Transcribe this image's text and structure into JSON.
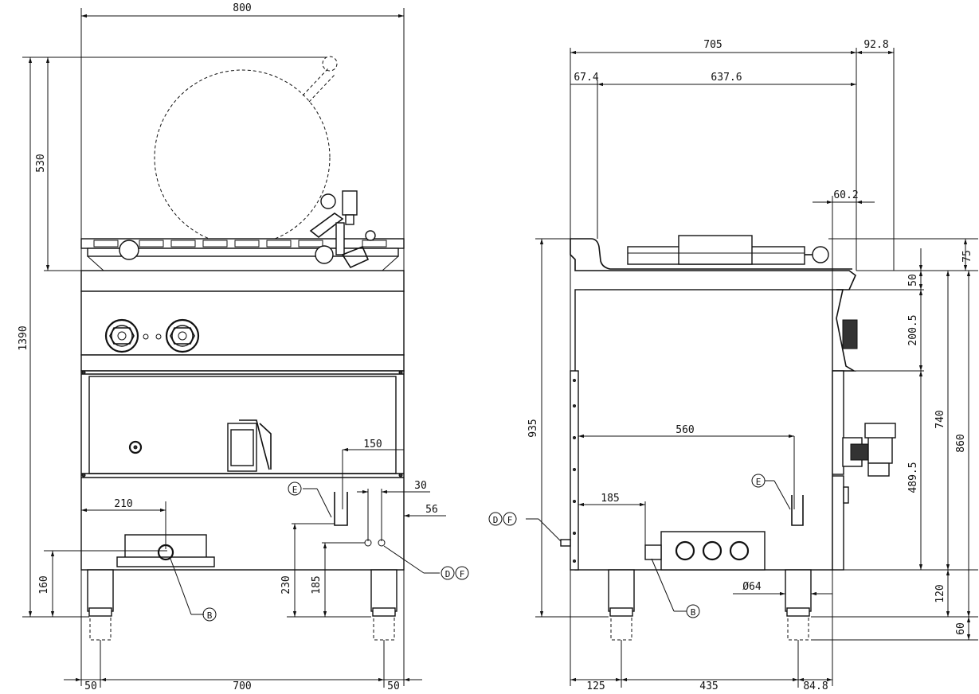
{
  "front_view": {
    "dims": {
      "overall_width": "800",
      "overall_height": "1390",
      "lid_height": "530",
      "drain_height": "160",
      "drain_offset": "210",
      "water_offset": "150",
      "gap_30": "30",
      "gap_56": "56",
      "height_230": "230",
      "height_185": "185",
      "leg_left": "50",
      "leg_span": "700",
      "leg_right": "50"
    },
    "markers": {
      "e": "E",
      "b": "B",
      "d": "D",
      "f": "F"
    }
  },
  "side_view": {
    "dims": {
      "overall_depth": "705",
      "overhang": "92.8",
      "rear_offset": "67.4",
      "top_width": "637.6",
      "front_offset": "60.2",
      "height_935": "935",
      "width_560": "560",
      "width_185": "185",
      "diameter": "Ø64",
      "right_75": "75",
      "right_50": "50",
      "right_200_5": "200.5",
      "right_740": "740",
      "right_860": "860",
      "right_489_5": "489.5",
      "right_120": "120",
      "right_60": "60",
      "bottom_125": "125",
      "bottom_435": "435",
      "bottom_84_8": "84.8"
    },
    "markers": {
      "e": "E",
      "b": "B",
      "d": "D",
      "f": "F"
    }
  }
}
